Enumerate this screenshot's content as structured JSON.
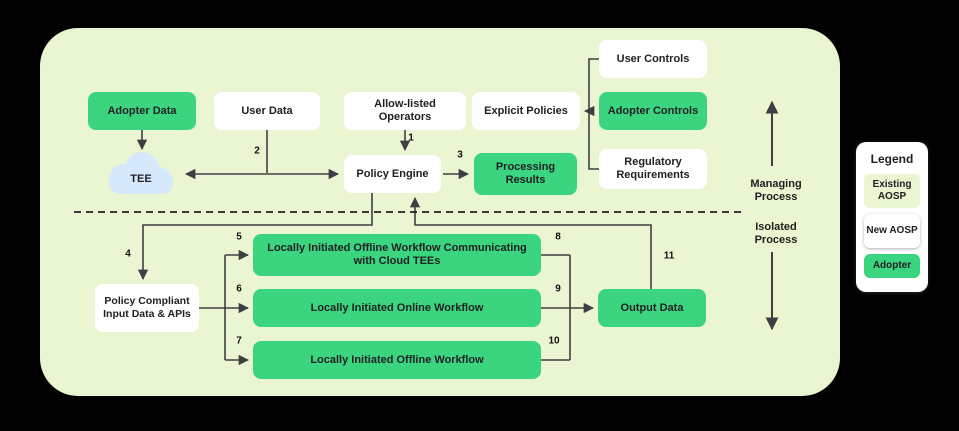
{
  "colors": {
    "panel_background": "#eaf5d1",
    "adopter_green": "#3bd47f",
    "aosp_white": "#ffffff",
    "tee_cloud_blue": "#d6e8fc",
    "connector_gray": "#3c4043"
  },
  "boxes": {
    "adopter_data": "Adopter Data",
    "user_data": "User Data",
    "allow_listed_operators": "Allow-listed Operators",
    "explicit_policies": "Explicit Policies",
    "user_controls": "User Controls",
    "adopter_controls": "Adopter Controls",
    "regulatory_requirements": "Regulatory Requirements",
    "tee": "TEE",
    "policy_engine": "Policy Engine",
    "processing_results": "Processing Results",
    "policy_compliant_input": "Policy Compliant Input Data & APIs",
    "workflow_cloud_tees": "Locally Initiated Offline Workflow Communicating with Cloud TEEs",
    "workflow_online": "Locally Initiated Online Workflow",
    "workflow_offline": "Locally Initiated Offline Workflow",
    "output_data": "Output Data"
  },
  "process_labels": {
    "managing": "Managing Process",
    "isolated": "Isolated Process"
  },
  "step_numbers": [
    "1",
    "2",
    "3",
    "4",
    "5",
    "6",
    "7",
    "8",
    "9",
    "10",
    "11"
  ],
  "legend": {
    "title": "Legend",
    "items": [
      {
        "label": "Existing AOSP"
      },
      {
        "label": "New AOSP"
      },
      {
        "label": "Adopter"
      }
    ]
  }
}
